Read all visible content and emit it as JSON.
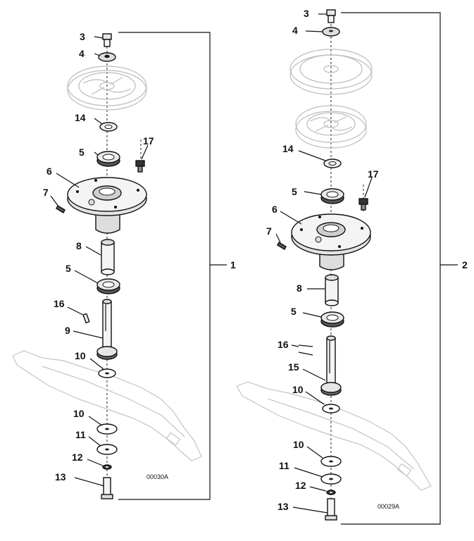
{
  "assemblies": [
    {
      "assembly_number": "1",
      "drawing_code": "00030A",
      "callouts": [
        {
          "id": "c1-3",
          "text": "3"
        },
        {
          "id": "c1-4",
          "text": "4"
        },
        {
          "id": "c1-14",
          "text": "14"
        },
        {
          "id": "c1-5a",
          "text": "5"
        },
        {
          "id": "c1-17",
          "text": "17"
        },
        {
          "id": "c1-6",
          "text": "6"
        },
        {
          "id": "c1-7",
          "text": "7"
        },
        {
          "id": "c1-8",
          "text": "8"
        },
        {
          "id": "c1-5b",
          "text": "5"
        },
        {
          "id": "c1-16",
          "text": "16"
        },
        {
          "id": "c1-9",
          "text": "9"
        },
        {
          "id": "c1-10a",
          "text": "10"
        },
        {
          "id": "c1-10b",
          "text": "10"
        },
        {
          "id": "c1-11",
          "text": "11"
        },
        {
          "id": "c1-12",
          "text": "12"
        },
        {
          "id": "c1-13",
          "text": "13"
        }
      ]
    },
    {
      "assembly_number": "2",
      "drawing_code": "00029A",
      "callouts": [
        {
          "id": "c2-3",
          "text": "3"
        },
        {
          "id": "c2-4",
          "text": "4"
        },
        {
          "id": "c2-14",
          "text": "14"
        },
        {
          "id": "c2-17",
          "text": "17"
        },
        {
          "id": "c2-5a",
          "text": "5"
        },
        {
          "id": "c2-6",
          "text": "6"
        },
        {
          "id": "c2-7",
          "text": "7"
        },
        {
          "id": "c2-8",
          "text": "8"
        },
        {
          "id": "c2-5b",
          "text": "5"
        },
        {
          "id": "c2-16",
          "text": "16"
        },
        {
          "id": "c2-15",
          "text": "15"
        },
        {
          "id": "c2-10a",
          "text": "10"
        },
        {
          "id": "c2-10b",
          "text": "10"
        },
        {
          "id": "c2-11",
          "text": "11"
        },
        {
          "id": "c2-12",
          "text": "12"
        },
        {
          "id": "c2-13",
          "text": "13"
        }
      ]
    }
  ]
}
